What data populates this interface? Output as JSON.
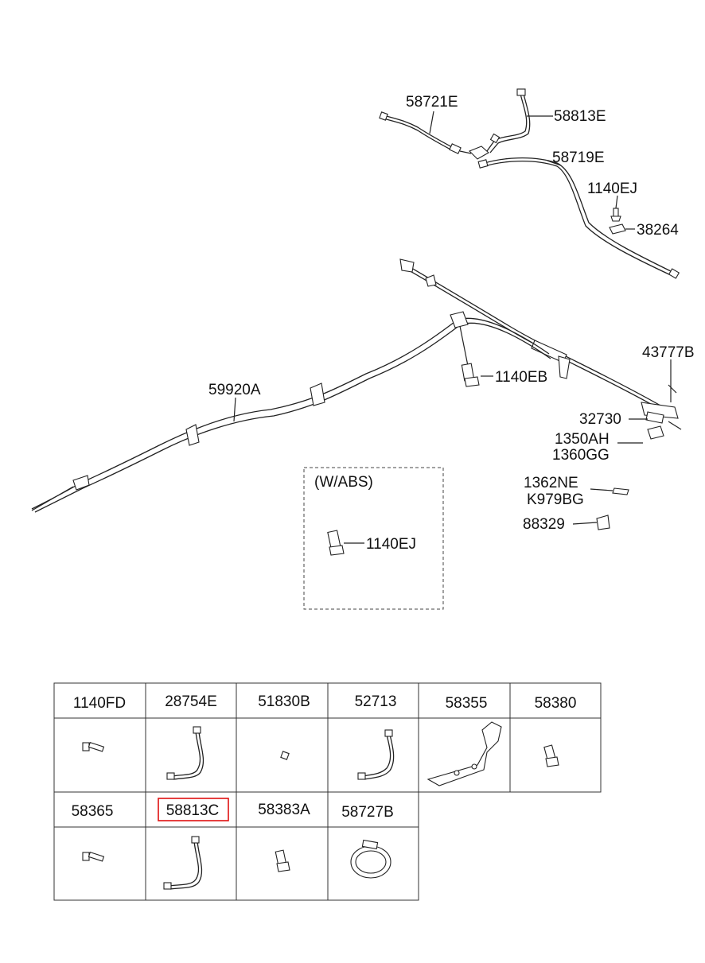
{
  "callouts": {
    "c58721E": "58721E",
    "c58813E": "58813E",
    "c58719E": "58719E",
    "c1140EJ_top": "1140EJ",
    "c38264": "38264",
    "c43777B": "43777B",
    "c1140EB": "1140EB",
    "c59920A": "59920A",
    "c32730": "32730",
    "c1350AH": "1350AH",
    "c1360GG": "1360GG",
    "c1362NE": "1362NE",
    "cK979BG": "K979BG",
    "c88329": "88329",
    "wabs_title": "(W/ABS)",
    "c1140EJ_abs": "1140EJ"
  },
  "table": {
    "row1": [
      "1140FD",
      "28754E",
      "51830B",
      "52713",
      "58355",
      "58380"
    ],
    "row2": [
      "58365",
      "58813C",
      "58383A",
      "58727B"
    ],
    "highlighted": "58813C",
    "highlight_color": "#e01010"
  }
}
